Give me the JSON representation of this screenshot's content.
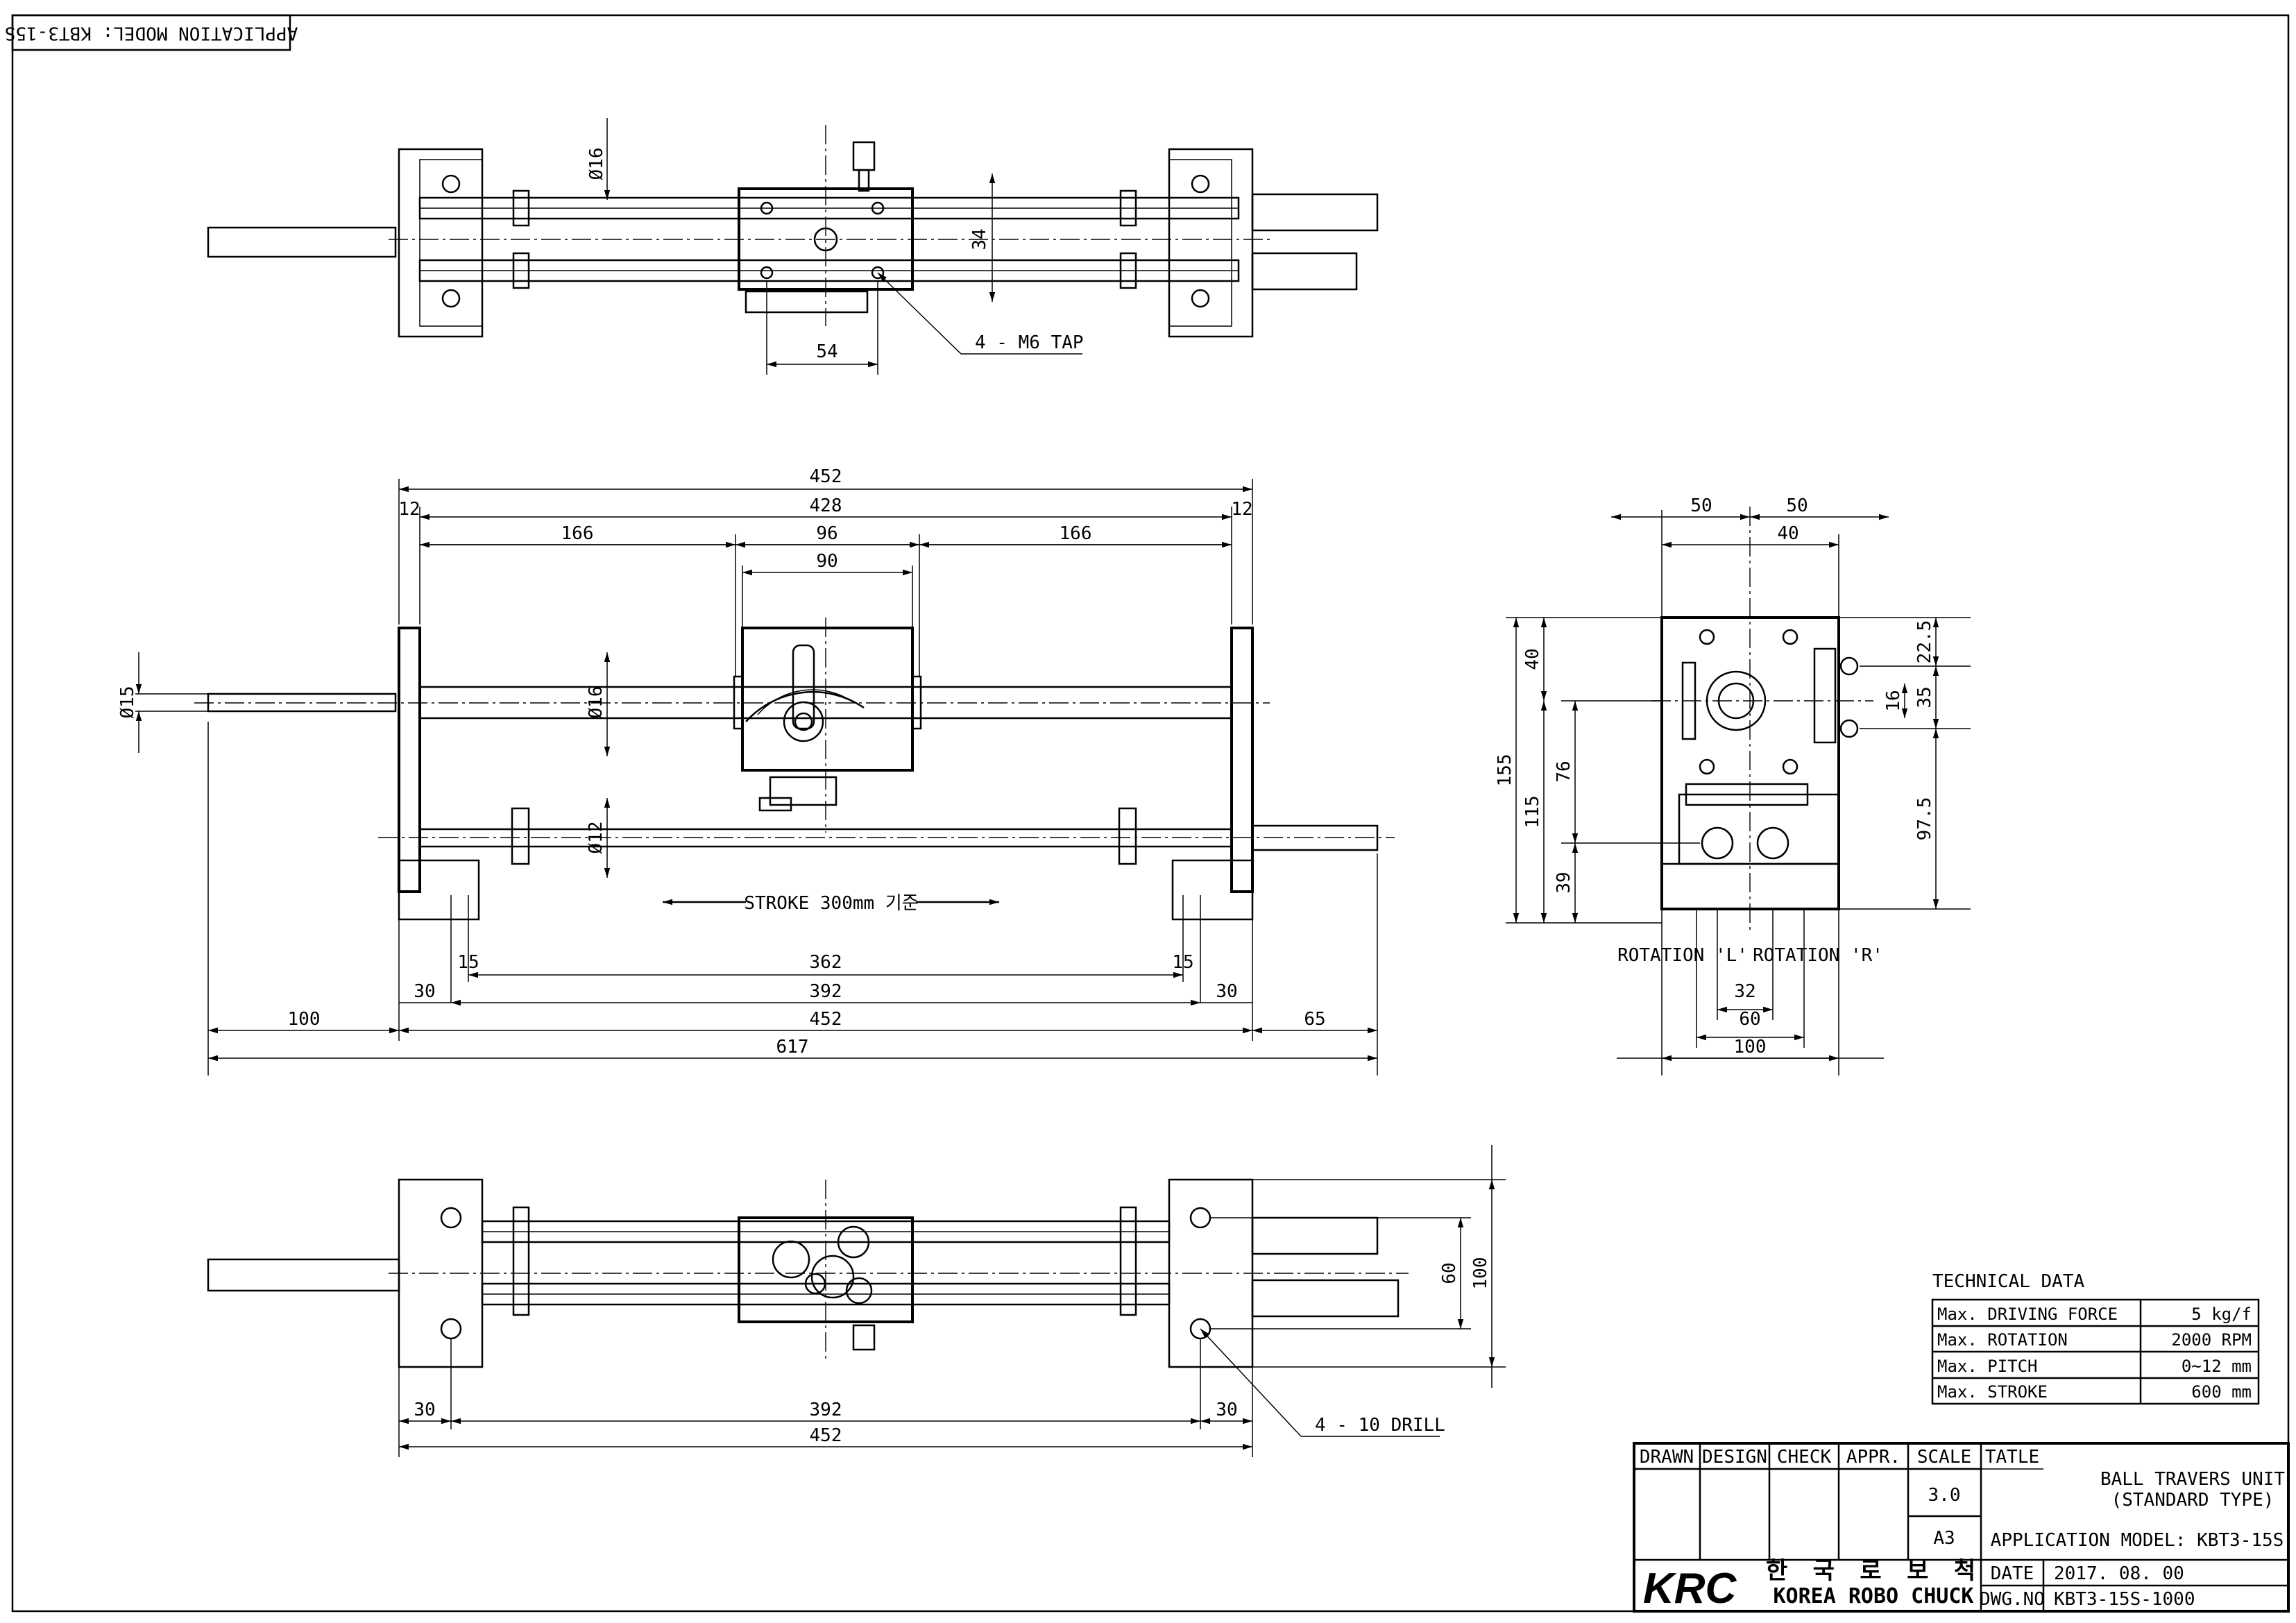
{
  "sheet": {
    "application_model_banner": "APPLICATION MODEL: KBT3-15S"
  },
  "top_view": {
    "callout_tap": "4 - M6 TAP",
    "dim_54": "54",
    "dim_34": "34",
    "dim_phi16": "Ø16"
  },
  "front_view": {
    "dims": {
      "overall": "452",
      "inner": "428",
      "left_end": "12",
      "right_end": "12",
      "left_span": "166",
      "center_96": "96",
      "center_90": "90",
      "right_span": "166",
      "shaft_phi15": "Ø15",
      "shaft_phi16": "Ø16",
      "screw_phi12": "Ø12",
      "base_15_left": "15",
      "base_362": "362",
      "base_15_right": "15",
      "base_30_left": "30",
      "base_392": "392",
      "base_30_right": "30",
      "left_ext_100": "100",
      "mid_452": "452",
      "right_ext_65": "65",
      "total_617": "617"
    },
    "stroke_label": "STROKE 300mm 기준"
  },
  "side_view": {
    "dims": {
      "top_50_left": "50",
      "top_50_right": "50",
      "top_40": "40",
      "h_155": "155",
      "h_115": "115",
      "h_76": "76",
      "h_40": "40",
      "h_39": "39",
      "r_22_5": "22.5",
      "r_16": "16",
      "r_35": "35",
      "r_97_5": "97.5",
      "b_32": "32",
      "b_60": "60",
      "b_100": "100"
    },
    "rotation_left": "ROTATION 'L'",
    "rotation_right": "ROTATION 'R'"
  },
  "bottom_view": {
    "dims": {
      "d_30_left": "30",
      "d_392": "392",
      "d_30_right": "30",
      "d_452": "452",
      "d_60": "60",
      "d_100": "100"
    },
    "callout_drill": "4 - 10 DRILL"
  },
  "technical_data": {
    "title": "TECHNICAL DATA",
    "rows": [
      {
        "label": "Max. DRIVING FORCE",
        "value": "5 kg/f"
      },
      {
        "label": "Max. ROTATION",
        "value": "2000 RPM"
      },
      {
        "label": "Max. PITCH",
        "value": "0~12 mm"
      },
      {
        "label": "Max. STROKE",
        "value": "600 mm"
      }
    ]
  },
  "title_block": {
    "headers": [
      "DRAWN",
      "DESIGN",
      "CHECK",
      "APPR.",
      "SCALE"
    ],
    "scale_value": "3.0",
    "paper_size": "A3",
    "tatle_label": "TATLE",
    "title_line1": "BALL TRAVERS UNIT",
    "title_line2": "(STANDARD TYPE)",
    "application_model": "APPLICATION MODEL: KBT3-15S",
    "logo_text": "KRC",
    "company_korean": "한 국 로 보 척",
    "company_english": "KOREA ROBO CHUCK",
    "date_label": "DATE",
    "date_value": "2017. 08. 00",
    "dwg_label": "DWG.NO",
    "dwg_value": "KBT3-15S-1000"
  }
}
